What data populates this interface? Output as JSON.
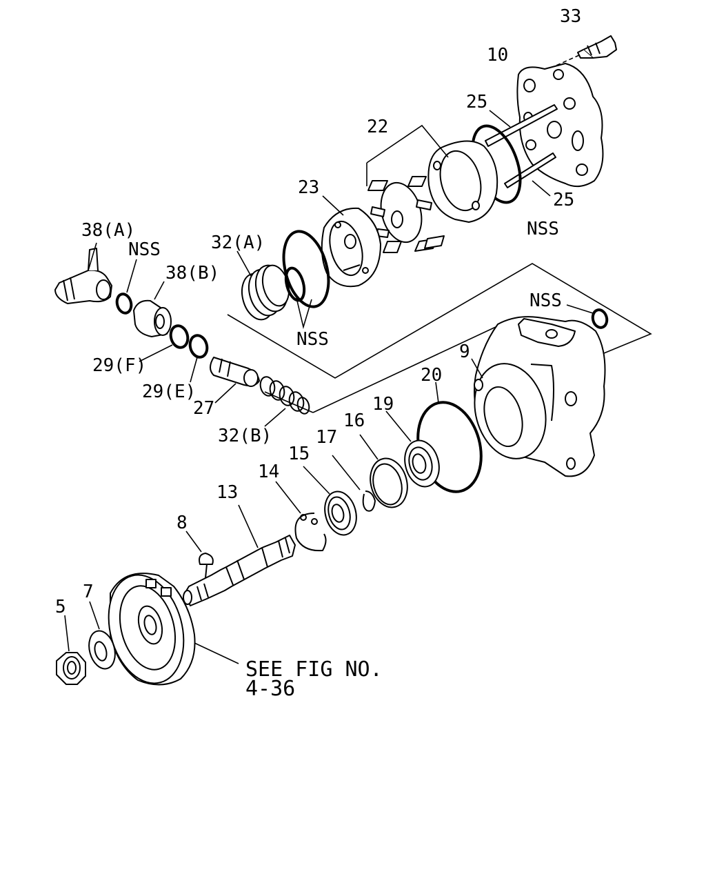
{
  "diagram": {
    "labels": {
      "p33": "33",
      "p10": "10",
      "p25a": "25",
      "p22": "22",
      "p23": "23",
      "p25b": "25",
      "nss_top": "NSS",
      "p38a": "38(A)",
      "nss_left": "NSS",
      "p38b": "38(B)",
      "p32a": "32(A)",
      "nss_mid": "NSS",
      "nss_right": "NSS",
      "p9": "9",
      "p29f": "29(F)",
      "p29e": "29(E)",
      "p27": "27",
      "p32b": "32(B)",
      "p20": "20",
      "p19": "19",
      "p16": "16",
      "p17": "17",
      "p15": "15",
      "p14": "14",
      "p13": "13",
      "p8": "8",
      "p7": "7",
      "p5": "5"
    },
    "reference_line1": "SEE FIG NO.",
    "reference_line2": "4-36"
  }
}
